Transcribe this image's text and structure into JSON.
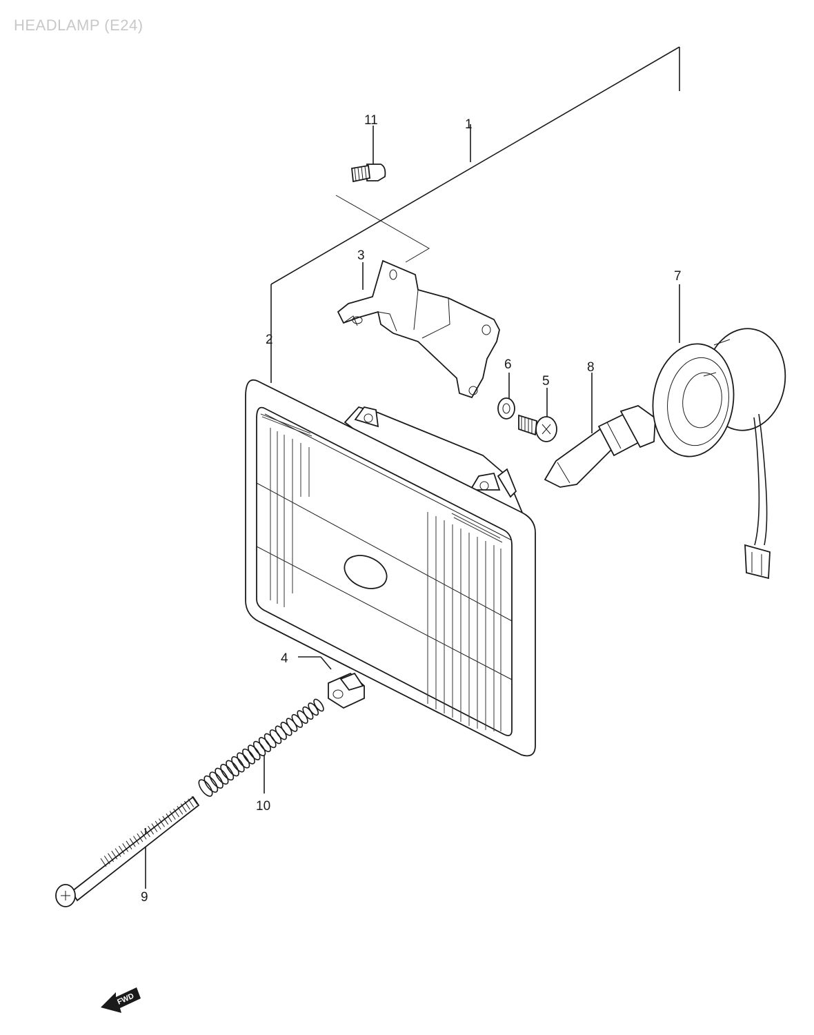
{
  "title": "HEADLAMP (E24)",
  "callouts": {
    "p1": "1",
    "p2": "2",
    "p3": "3",
    "p4": "4",
    "p5": "5",
    "p6": "6",
    "p7": "7",
    "p8": "8",
    "p9": "9",
    "p10": "10",
    "p11": "11"
  },
  "fwd_label": "FWD",
  "colors": {
    "line": "#1a1a1a",
    "title": "#c8c8c8",
    "background": "#ffffff"
  }
}
